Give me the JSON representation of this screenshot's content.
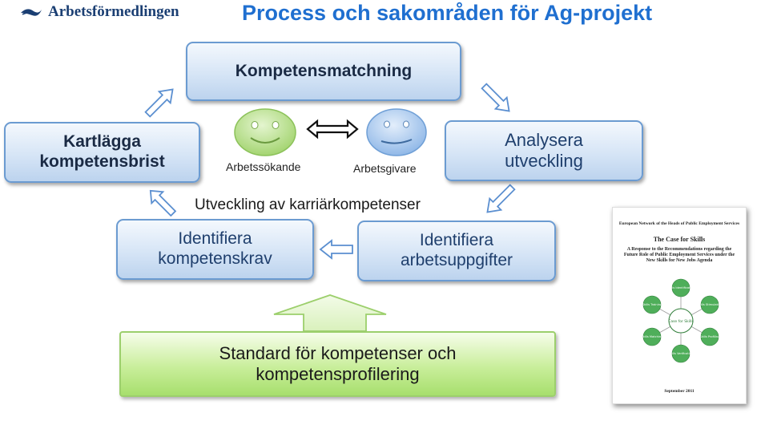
{
  "header": {
    "logo_text": "Arbetsförmedlingen",
    "title": "Process och sakområden för Ag-projekt"
  },
  "nodes": {
    "kompetensmatchning": "Kompetensmatchning",
    "kartlagga_line1": "Kartlägga",
    "kartlagga_line2": "kompetensbrist",
    "analysera_line1": "Analysera",
    "analysera_line2": "utveckling",
    "identifiera_krav_line1": "Identifiera",
    "identifiera_krav_line2": "kompetenskrav",
    "identifiera_upp_line1": "Identifiera",
    "identifiera_upp_line2": "arbetsuppgifter",
    "standard_line1": "Standard för kompetenser och",
    "standard_line2": "kompetensprofilering"
  },
  "labels": {
    "arbetssokande": "Arbetssökande",
    "arbetsgivare": "Arbetsgivare",
    "karriar": "Utveckling av karriärkompetenser"
  },
  "document": {
    "org": "European Network of the Heads of Public Employment Services",
    "title": "The Case for Skills",
    "subtitle": "A Response to the Recommendations regarding the Future Role of Public Employment Services under the New Skills for New Jobs Agenda",
    "center": "Case for Skills",
    "petals": [
      "Skills Identification",
      "Skills Stimulation",
      "Skills Profiling",
      "Skills Verification",
      "Skills Matching",
      "Skills Training"
    ],
    "date": "September 2011"
  },
  "colors": {
    "title": "#1f6fd0",
    "box_border": "#6b9bd1",
    "green_border": "#9ccf6c",
    "face_green": "#9fd26a",
    "face_blue": "#8ab4e6"
  },
  "icons": {
    "logo": "arbetsformedlingen-swoosh-icon",
    "employee": "smiley-face-icon",
    "employer": "neutral-face-icon",
    "exchange": "double-arrow-icon"
  }
}
